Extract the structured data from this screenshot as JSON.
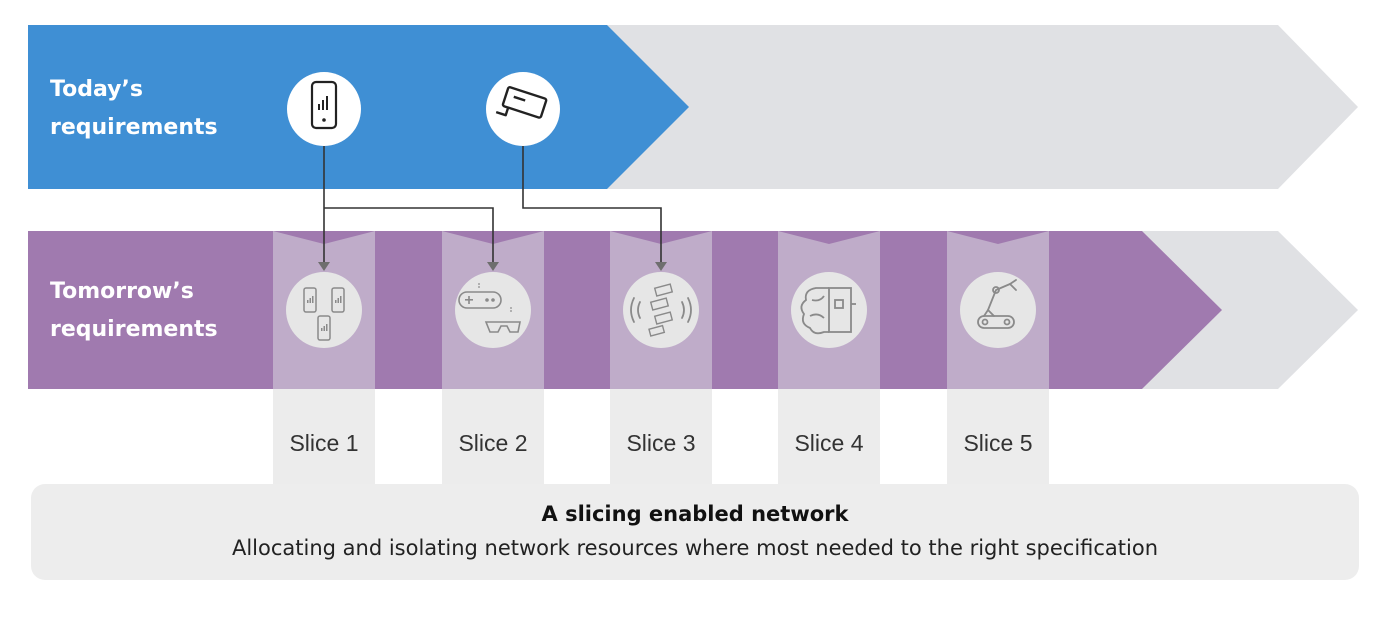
{
  "today": {
    "line1": "Today’s",
    "line2": "requirements"
  },
  "tomorrow": {
    "line1": "Tomorrow’s",
    "line2": "requirements"
  },
  "today_icons": [
    "phone-icon",
    "security-camera-icon"
  ],
  "slices": [
    {
      "label": "Slice 1",
      "icon": "multiple-phones-icon"
    },
    {
      "label": "Slice 2",
      "icon": "gamepad-vr-glasses-icon"
    },
    {
      "label": "Slice 3",
      "icon": "connected-cameras-icon"
    },
    {
      "label": "Slice 4",
      "icon": "brain-machine-icon"
    },
    {
      "label": "Slice 5",
      "icon": "robot-arm-icon"
    }
  ],
  "footer": {
    "title": "A slicing enabled network",
    "subtitle": "Allocating and isolating network resources where most needed to the right specification"
  },
  "colors": {
    "blue": "#3f8fd4",
    "purple": "#a07aaf",
    "grey_arrow": "#e0e1e4",
    "column": "#bfacc9",
    "column_below": "#ececec",
    "footer_bg": "#ededed",
    "connector": "#333333"
  }
}
